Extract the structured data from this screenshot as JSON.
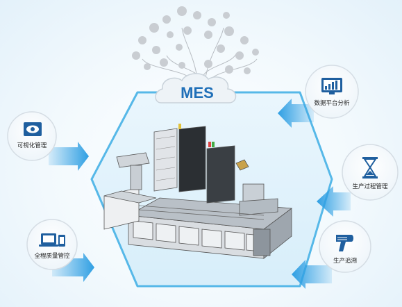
{
  "center": {
    "label": "MES"
  },
  "colors": {
    "hexagon_stroke": "#56b8e8",
    "arrow": "#2f9fe3",
    "icon_blue": "#1f5f9f",
    "cloud": "#eef3f7"
  },
  "nodes": [
    {
      "id": "visualization",
      "label": "可视化管理",
      "icon": "eye-icon",
      "side": "left"
    },
    {
      "id": "quality",
      "label": "全程质量管控",
      "icon": "devices-icon",
      "side": "left"
    },
    {
      "id": "data-analysis",
      "label": "数据平台分析",
      "icon": "bar-chart-icon",
      "side": "right"
    },
    {
      "id": "process",
      "label": "生产过程管理",
      "icon": "hourglass-icon",
      "side": "right"
    },
    {
      "id": "trace",
      "label": "生产追溯",
      "icon": "scanner-icon",
      "side": "right"
    }
  ]
}
